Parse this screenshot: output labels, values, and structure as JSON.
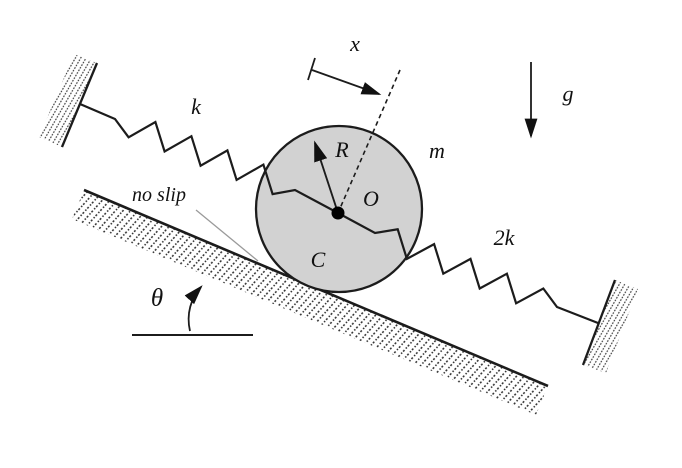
{
  "figure": {
    "type": "physics-diagram",
    "labels": {
      "spring_left": "k",
      "spring_right": "2k",
      "mass": "m",
      "gravity": "g",
      "displacement": "x",
      "radius": "R",
      "center": "O",
      "contact_point": "C",
      "incline_angle": "θ",
      "no_slip": "no slip"
    },
    "colors": {
      "cylinder_fill": "#d2d2d2",
      "line": "#1c1c1c",
      "hatch": "#2b2b2b",
      "pointer_line": "#9a9a9a"
    }
  }
}
